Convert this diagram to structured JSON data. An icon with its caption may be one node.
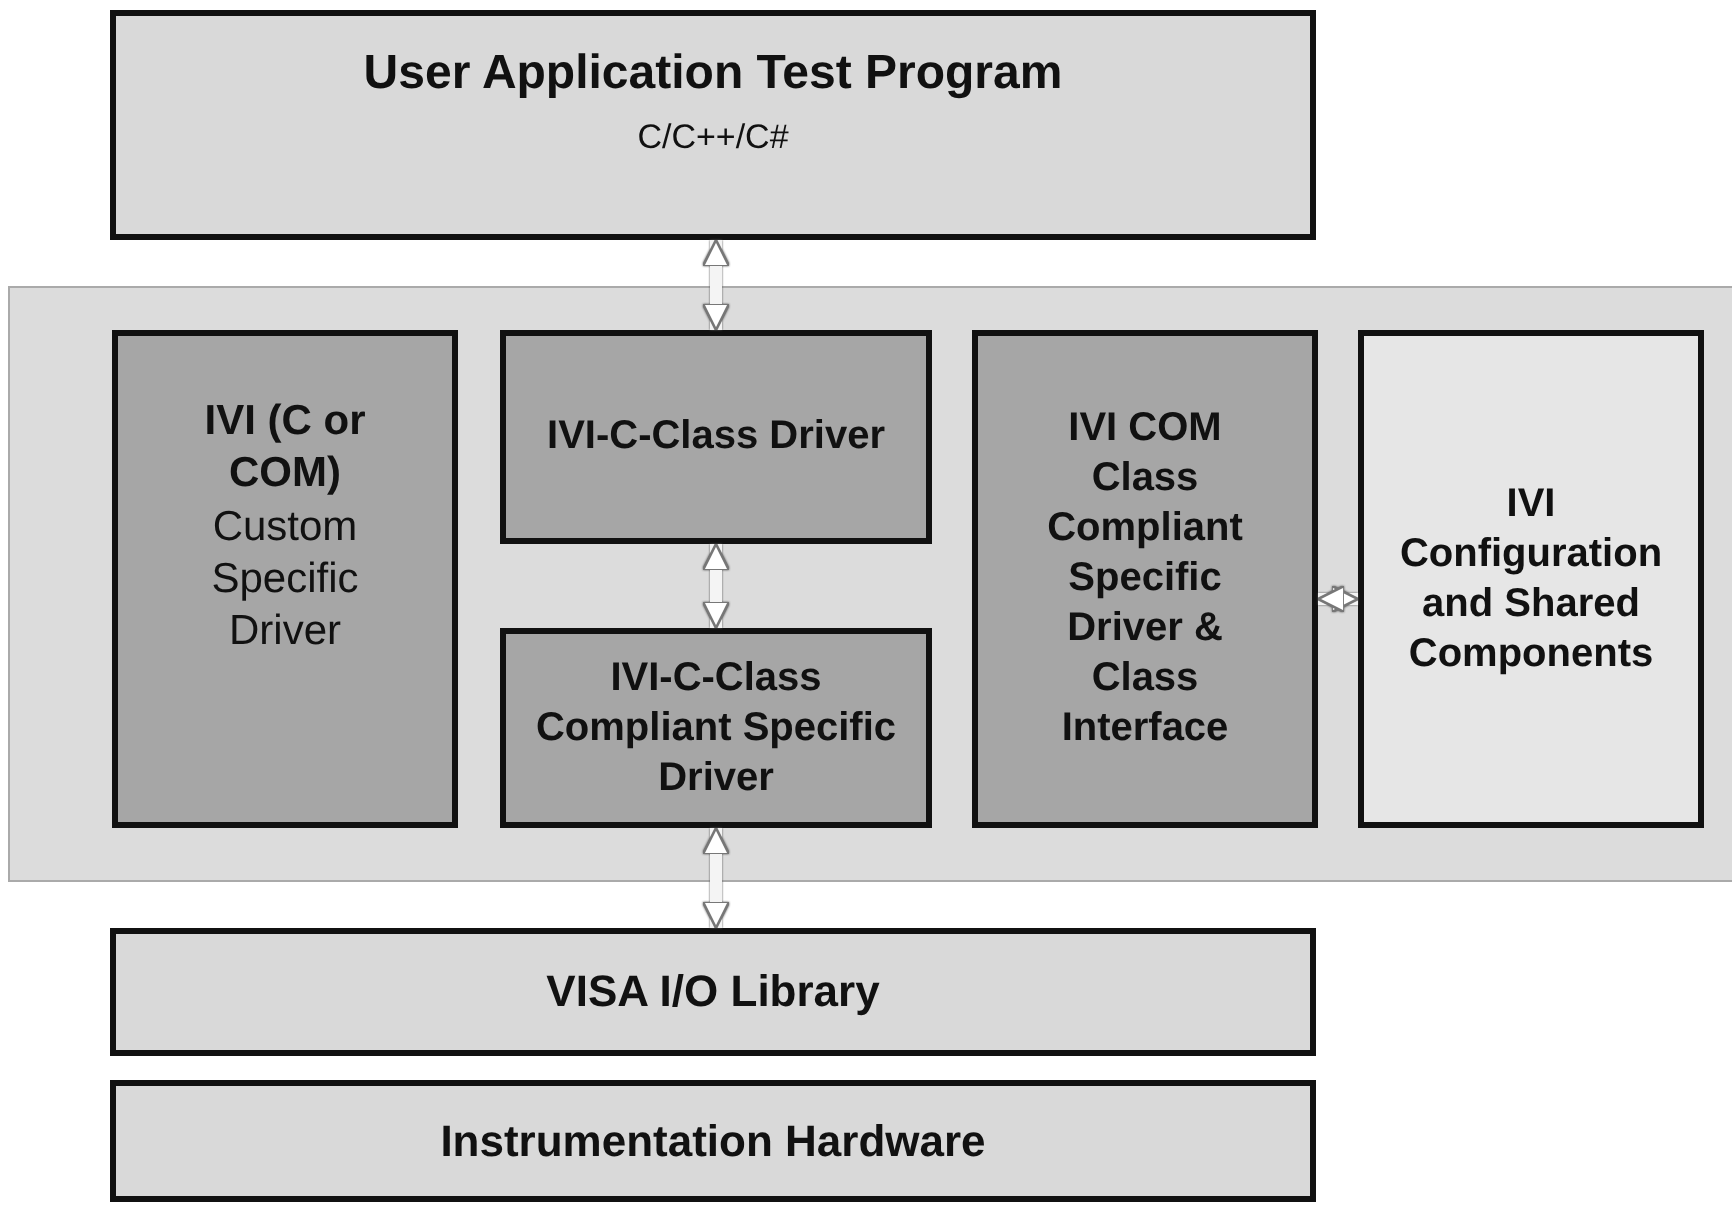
{
  "diagram": {
    "nodes": [
      {
        "text": [
          "User Application Test Program",
          "C/C++/C#"
        ]
      },
      {
        "text": [],
        "shape": "box"
      },
      {
        "text": [
          "IVI (C or COM)",
          "Custom Specific Driver"
        ],
        "in": 1
      },
      {
        "text": [
          "IVI-C-Class Driver"
        ],
        "in": 1
      },
      {
        "text": [
          "IVI-C-Class Compliant Specific Driver"
        ],
        "in": 1
      },
      {
        "text": [
          "IVI COM Class Compliant Specific Driver & Class Interface"
        ],
        "in": 1
      },
      {
        "text": [
          "IVI Configuration and Shared Components"
        ],
        "in": 1
      },
      {
        "text": [
          "VISA I/O Library"
        ]
      },
      {
        "text": [
          "Instrumentation Hardware"
        ]
      }
    ],
    "edges": [
      {
        "from": 0,
        "to": 3,
        "arrow": "both"
      },
      {
        "from": 3,
        "to": 4,
        "arrow": "both"
      },
      {
        "from": 4,
        "to": 7,
        "arrow": "both"
      },
      {
        "from": 6,
        "to": 5,
        "arrow": "both"
      }
    ]
  }
}
